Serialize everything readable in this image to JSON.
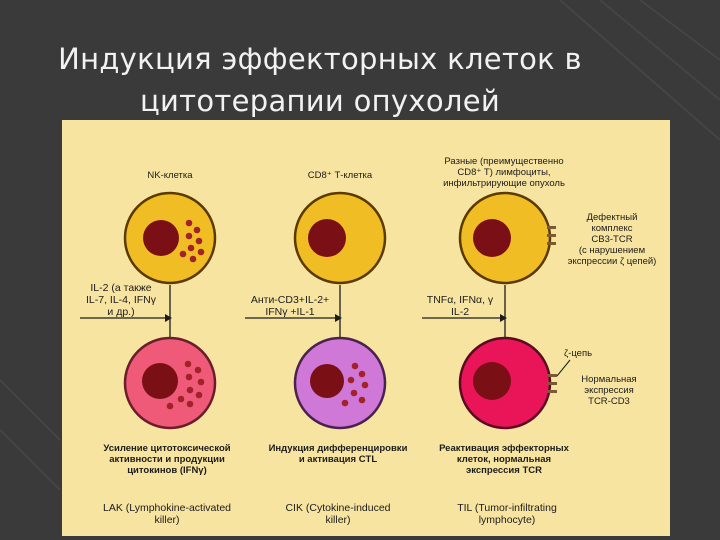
{
  "slide": {
    "title_line1": "Индукция эффекторных клеток в",
    "title_line2": "цитотерапии опухолей"
  },
  "colors": {
    "background": "#3a3a3a",
    "panel": "#f7e4a0",
    "cell_yellow": "#f1bd24",
    "nucleus": "#7a0f16",
    "granule": "#a3222a",
    "lak_pink": "#ee5a78",
    "cik_violet": "#cf78d8",
    "til_magenta": "#ea1459"
  },
  "columns": [
    {
      "top_label": "NK-клетка",
      "stimulus": "IL-2 (а также\nIL-7, IL-4, IFNγ\nи др.)",
      "effect": "Усиление цитотоксической\nактивности и продукции\nцитокинов (IFNγ)",
      "result": "LAK (Lymphokine-activated\nkiller)"
    },
    {
      "top_label": "CD8⁺ Т-клетка",
      "stimulus": "Анти-CD3+IL-2+\nIFNγ +IL-1",
      "effect": "Индукция дифференцировки\nи активация CTL",
      "result": "CIK (Cytokine-induced\nkiller)"
    },
    {
      "top_label": "Разные (преимущественно\nCD8⁺ T) лимфоциты,\nинфильтрирующие опухоль",
      "stimulus": "TNFα, IFNα, γ\nIL-2",
      "effect": "Реактивация эффекторных\nклеток, нормальная\nэкспрессия TCR",
      "result": "TIL (Tumor-infiltrating\nlymphocyte)",
      "side_note_top": "Дефектный\nкомплекс\nCB3-TCR\n(с нарушением\nэкспрессии ζ цепей)",
      "zeta_label": "ζ-цепь",
      "side_note_bottom": "Нормальная\nэкспрессия\nTCR-CD3"
    }
  ]
}
